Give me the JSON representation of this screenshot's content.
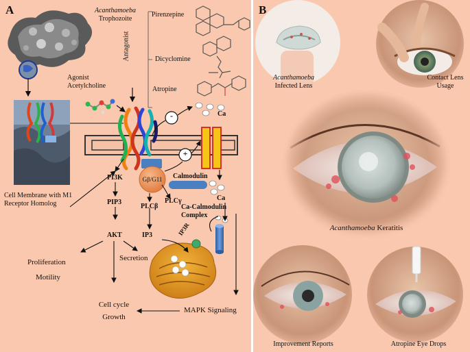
{
  "panel_a": {
    "letter": "A",
    "organism_name": "Acanthamoeba",
    "organism_stage": "Trophozoite",
    "agonist_line1": "Agonist",
    "agonist_line2": "Acetylcholine",
    "antagonist_heading": "Antagonist",
    "antagonists": [
      "Pirenzepine",
      "Dicyclomine",
      "Atropine"
    ],
    "membrane_caption_line1": "Cell Membrane with M1",
    "membrane_caption_line2": "Receptor Homolog",
    "g_protein": "Gβ/G11",
    "minus_sign": "-",
    "plus_sign": "+",
    "ca_top": "Ca",
    "calmodulin": "Calmodulin",
    "ca_mid": "Ca",
    "complex_line1": "Ca-Calmodulin",
    "complex_line2": "Complex",
    "plc_gamma": "PLCγ",
    "plc_beta": "PLCβ",
    "ip3": "IP3",
    "ip3r": "IP3R",
    "pi3k": "PI3K",
    "pip3": "PIP3",
    "akt": "AKT",
    "proliferation": "Proliferation",
    "motility": "Motility",
    "secretion": "Secretion",
    "cell_cycle": "Cell cycle",
    "growth": "Growth",
    "mapk": "MAPK Signaling"
  },
  "panel_b": {
    "letter": "B",
    "infected_lens_line1": "Acanthamoeba",
    "infected_lens_line2": "Infected Lens",
    "contact_lens_line1": "Contact Lens",
    "contact_lens_line2": "Usage",
    "keratitis_italic": "Acanthamoeba",
    "keratitis_word": " Keratitis",
    "improvement": "Improvement Reports",
    "atropine_drops": "Atropine Eye Drops"
  },
  "colors": {
    "background": "#f9c8ae",
    "channel_fill": "#f5c518",
    "channel_border": "#d42020",
    "g_protein_fill": "#f08f55",
    "calmodulin_fill": "#4a7fc1"
  }
}
